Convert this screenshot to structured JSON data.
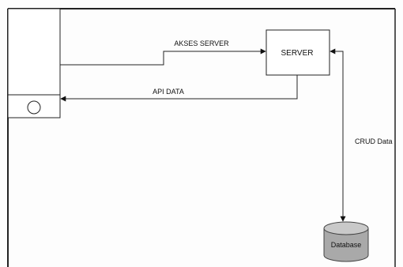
{
  "diagram": {
    "nodes": {
      "mobile_device": {
        "type": "phone"
      },
      "server": {
        "label": "SERVER"
      },
      "database": {
        "label": "Database"
      }
    },
    "edges": {
      "akses_server": {
        "label": "AKSES SERVER",
        "from": "mobile_device",
        "to": "server"
      },
      "api_data": {
        "label": "API DATA",
        "from": "server",
        "to": "mobile_device"
      },
      "crud_data": {
        "label": "CRUD Data",
        "from": "server",
        "to": "database",
        "bidirectional": true
      }
    }
  }
}
